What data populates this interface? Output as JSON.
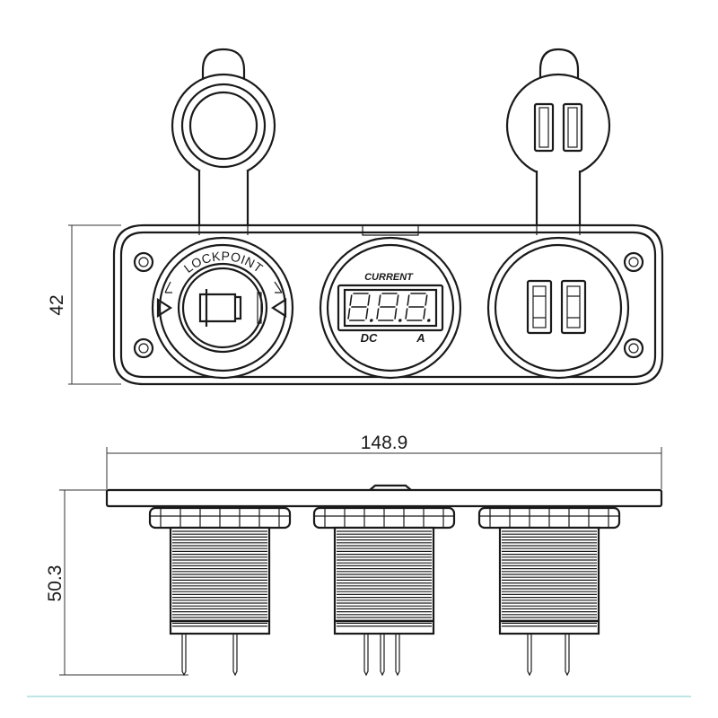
{
  "dimensions": {
    "height": "42",
    "width": "148.9",
    "depth": "50.3"
  },
  "labels": {
    "lock_point": "LOCKPOINT",
    "meter_top": "CURRENT",
    "meter_dc": "DC",
    "meter_unit": "A",
    "display": "8.8.8."
  },
  "colors": {
    "line": "#1a1a1a",
    "divider": "#bfe6e6"
  }
}
